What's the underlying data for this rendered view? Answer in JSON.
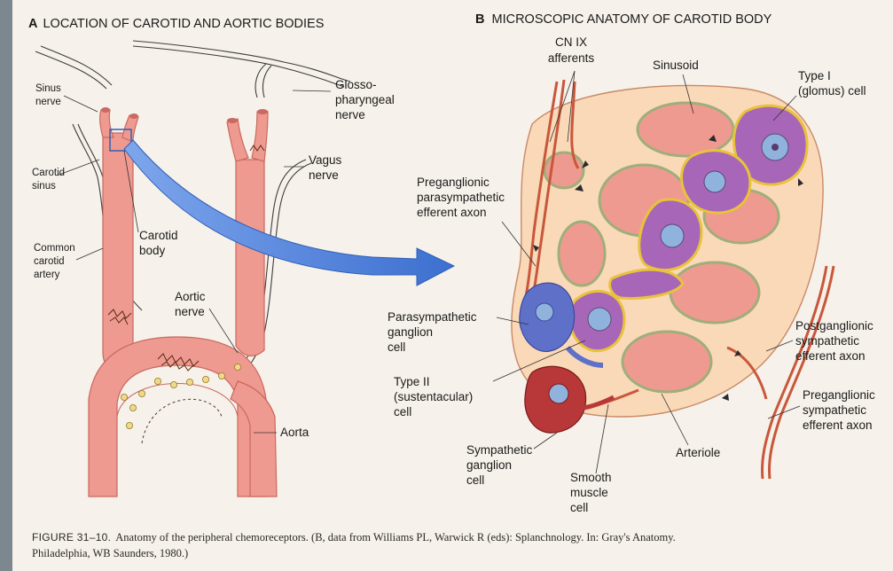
{
  "panel_a": {
    "letter": "A",
    "title": "LOCATION OF CAROTID AND AORTIC BODIES",
    "labels": {
      "sinus_nerve": [
        "Sinus",
        "nerve"
      ],
      "glossopharyngeal_nerve": [
        "Glosso-",
        "pharyngeal",
        "nerve"
      ],
      "vagus_nerve": [
        "Vagus",
        "nerve"
      ],
      "carotid_sinus": [
        "Carotid",
        "sinus"
      ],
      "carotid_body": [
        "Carotid",
        "body"
      ],
      "common_carotid_artery": [
        "Common",
        "carotid",
        "artery"
      ],
      "aortic_nerve": [
        "Aortic",
        "nerve"
      ],
      "aorta": [
        "Aorta"
      ]
    }
  },
  "panel_b": {
    "letter": "B",
    "title": "MICROSCOPIC ANATOMY OF CAROTID BODY",
    "labels": {
      "cn_ix_afferents": [
        "CN IX",
        "afferents"
      ],
      "sinusoid": [
        "Sinusoid"
      ],
      "type_i_cell": [
        "Type I",
        "(glomus) cell"
      ],
      "preganglionic_parasympathetic": [
        "Preganglionic",
        "parasympathetic",
        "efferent axon"
      ],
      "parasympathetic_ganglion_cell": [
        "Parasympathetic",
        "ganglion",
        "cell"
      ],
      "type_ii_cell": [
        "Type II",
        "(sustentacular)",
        "cell"
      ],
      "postganglionic_sympathetic": [
        "Postganglionic",
        "sympathetic",
        "efferent axon"
      ],
      "preganglionic_sympathetic": [
        "Preganglionic",
        "sympathetic",
        "efferent axon"
      ],
      "arteriole": [
        "Arteriole"
      ],
      "sympathetic_ganglion_cell": [
        "Sympathetic",
        "ganglion",
        "cell"
      ],
      "smooth_muscle_cell": [
        "Smooth",
        "muscle",
        "cell"
      ]
    }
  },
  "caption": {
    "figure_label": "FIGURE 31–10.",
    "line1": "Anatomy of the peripheral chemoreceptors. (B, data from Williams PL, Warwick R (eds): Splanchnology. In: Gray's Anatomy.",
    "line2": "Philadelphia, WB Saunders, 1980.)"
  },
  "colors": {
    "artery": "#ef9a90",
    "artery_dark": "#c9695f",
    "tissue": "#f9d9b8",
    "type_i_cell": "#a866b8",
    "type_i_nucleus": "#8fb3dc",
    "glia": "#e8c33a",
    "sheath": "#dfe6c8",
    "nerve": "#c9573b",
    "para_cell": "#5f70c8",
    "symp_cell": "#b8383a",
    "arrow": "#4f82d8"
  }
}
